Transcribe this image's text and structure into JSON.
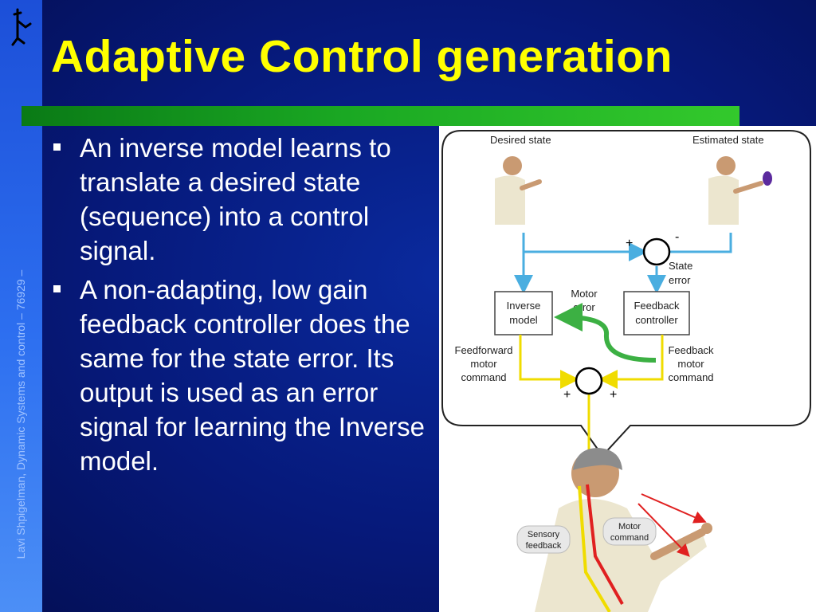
{
  "title": "Adaptive Control generation",
  "sidebar": {
    "footer_text": "Lavi Shpigelman, Dynamic Systems and control – 76929 –",
    "logo_icon": "walking-figure-logo-icon"
  },
  "bullets": [
    {
      "text": "An inverse model learns to translate a desired state (sequence) into a control signal."
    },
    {
      "text": "A non-adapting, low gain feedback controller does the same for the state error. Its output is used as an error signal for learning the Inverse model."
    }
  ],
  "figure": {
    "desired_state": "Desired state",
    "estimated_state": "Estimated state",
    "plus": "+",
    "minus": "-",
    "state_error_1": "State",
    "state_error_2": "error",
    "motor_error_1": "Motor",
    "motor_error_2": "error",
    "inverse_model_1": "Inverse",
    "inverse_model_2": "model",
    "feedback_controller_1": "Feedback",
    "feedback_controller_2": "controller",
    "feedforward_1": "Feedforward",
    "feedforward_2": "motor",
    "feedforward_3": "command",
    "feedback_cmd_1": "Feedback",
    "feedback_cmd_2": "motor",
    "feedback_cmd_3": "command",
    "sensory_feedback_1": "Sensory",
    "sensory_feedback_2": "feedback",
    "motor_command_1": "Motor",
    "motor_command_2": "command"
  },
  "colors": {
    "title": "#ffff00",
    "green_bar": "#1aa823",
    "blue_signal": "#4aaee0",
    "yellow_signal": "#f0dc00",
    "green_arrow": "#3cb043",
    "red_signal": "#e02020"
  }
}
